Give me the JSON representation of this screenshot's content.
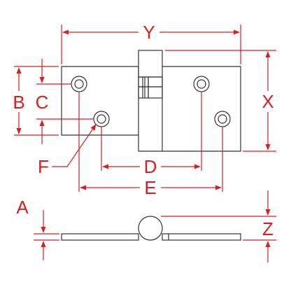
{
  "labels": {
    "Y": "Y",
    "X": "X",
    "B": "B",
    "C": "C",
    "D": "D",
    "E": "E",
    "F": "F",
    "A": "A",
    "Z": "Z"
  },
  "colors": {
    "dimension": "#d42020",
    "part": "#333333",
    "background": "#ffffff"
  }
}
